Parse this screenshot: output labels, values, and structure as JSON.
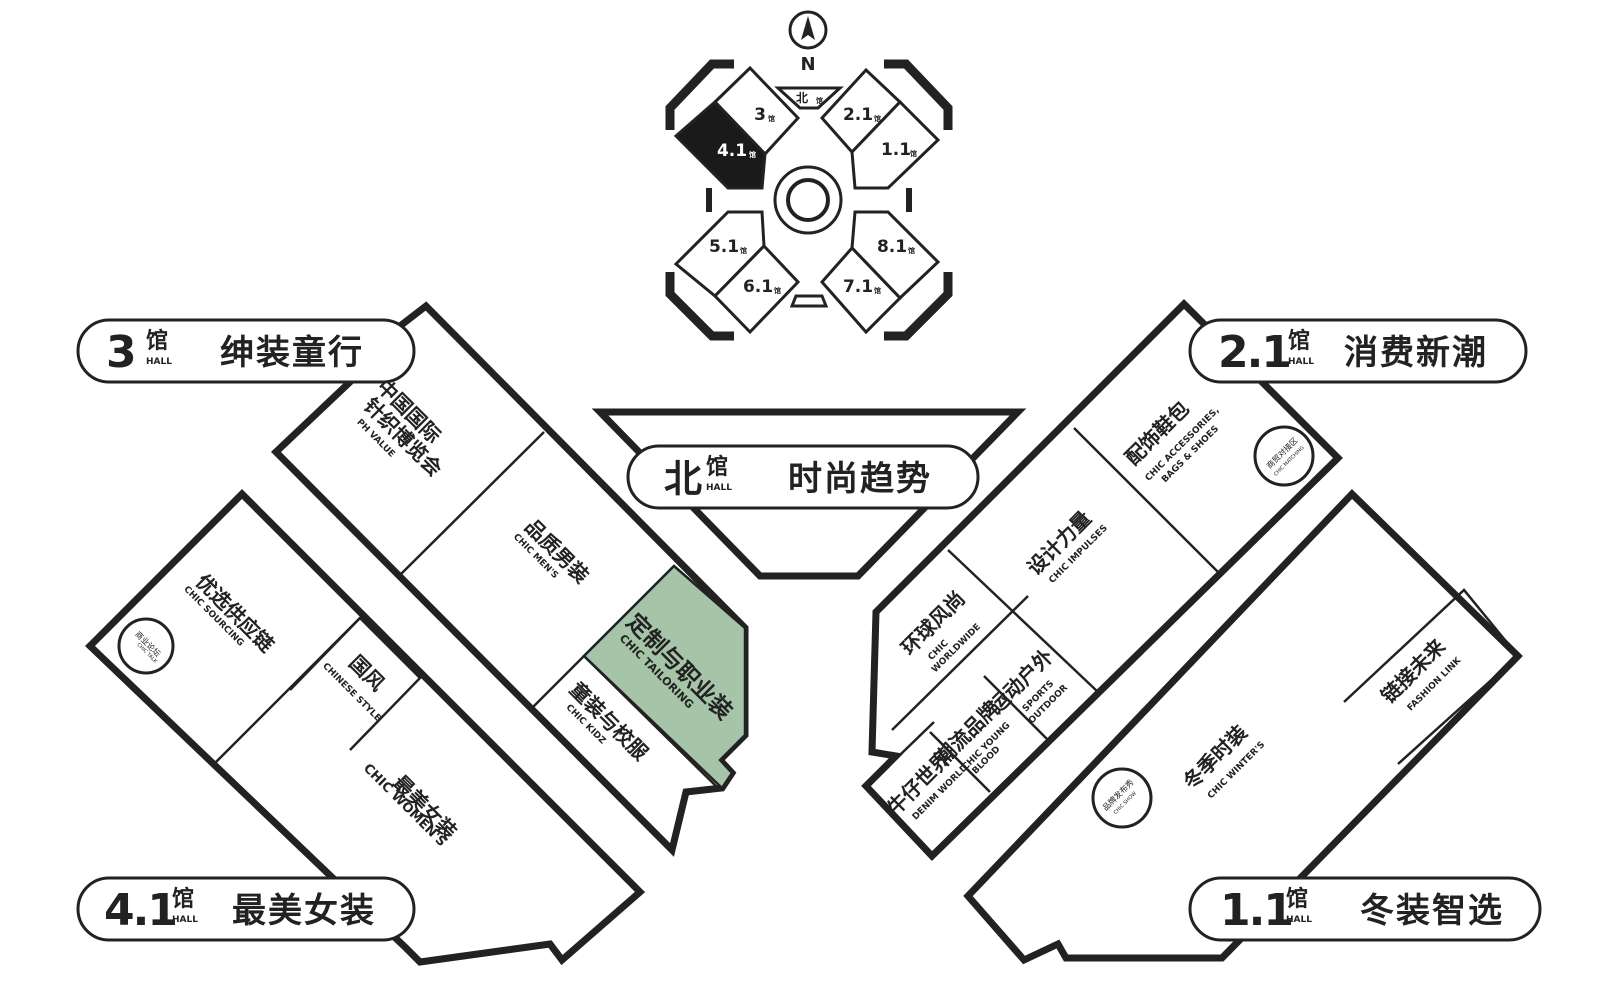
{
  "compass": {
    "letter": "N"
  },
  "colors": {
    "line": "#222222",
    "highlight": "#a6c4a8",
    "selected": "#1a1a1a",
    "background": "#ffffff"
  },
  "hall_suffix": {
    "cn": "馆",
    "en": "HALL"
  },
  "halls": {
    "h3": {
      "number": "3",
      "name": "绅装童行"
    },
    "h21": {
      "number": "2.1",
      "name": "消费新潮"
    },
    "north": {
      "number": "北",
      "name": "时尚趋势"
    },
    "h41": {
      "number": "4.1",
      "name": "最美女装"
    },
    "h11": {
      "number": "1.1",
      "name": "冬装智选"
    }
  },
  "minimap": {
    "selected_hall": "4.1",
    "labels": {
      "north": "北",
      "h3": "3",
      "h21": "2.1",
      "h11": "1.1",
      "h41": "4.1",
      "h51": "5.1",
      "h81": "8.1",
      "h61": "6.1",
      "h71": "7.1"
    },
    "sub": "馆"
  },
  "zones": {
    "knit": {
      "cn1": "中国国际",
      "cn2": "针织博览会",
      "en": "PH VALUE"
    },
    "mens": {
      "cn": "品质男装",
      "en": "CHIC MEN'S"
    },
    "tailoring": {
      "cn": "定制与职业装",
      "en": "CHIC TAILORING"
    },
    "kidz": {
      "cn": "童装与校服",
      "en": "CHIC KIDZ"
    },
    "sourcing": {
      "cn": "优选供应链",
      "en": "CHIC SOURCING"
    },
    "chinese": {
      "cn": "国风",
      "en": "CHINESE STYLE"
    },
    "womens": {
      "cn": "最美女装",
      "en": "CHIC WOMEN'S"
    },
    "talk": {
      "cn": "商业论坛",
      "en": "CHIC TALK"
    },
    "accessories": {
      "cn": "配饰鞋包",
      "en1": "CHIC ACCESSORIES,",
      "en2": "BAGS & SHOES"
    },
    "matching": {
      "cn": "商贸对接区",
      "en": "CHIC MATCHING"
    },
    "impulses": {
      "cn": "设计力量",
      "en": "CHIC IMPULSES"
    },
    "worldwide": {
      "cn": "环球风尚",
      "en1": "CHIC",
      "en2": "WORLDWIDE"
    },
    "sports": {
      "cn": "运动户外",
      "en1": "SPORTS",
      "en2": "OUTDOOR"
    },
    "young": {
      "cn": "潮流品牌",
      "en1": "CHIC YOUNG",
      "en2": "BLOOD"
    },
    "denim": {
      "cn": "牛仔世界",
      "en": "DENIM WORLD"
    },
    "winter": {
      "cn": "冬季时装",
      "en": "CHIC WINTER'S"
    },
    "fashionlink": {
      "cn": "链接未来",
      "en": "FASHION LINK"
    },
    "show": {
      "cn": "品牌发布秀",
      "en": "CHIC SHOW"
    }
  }
}
